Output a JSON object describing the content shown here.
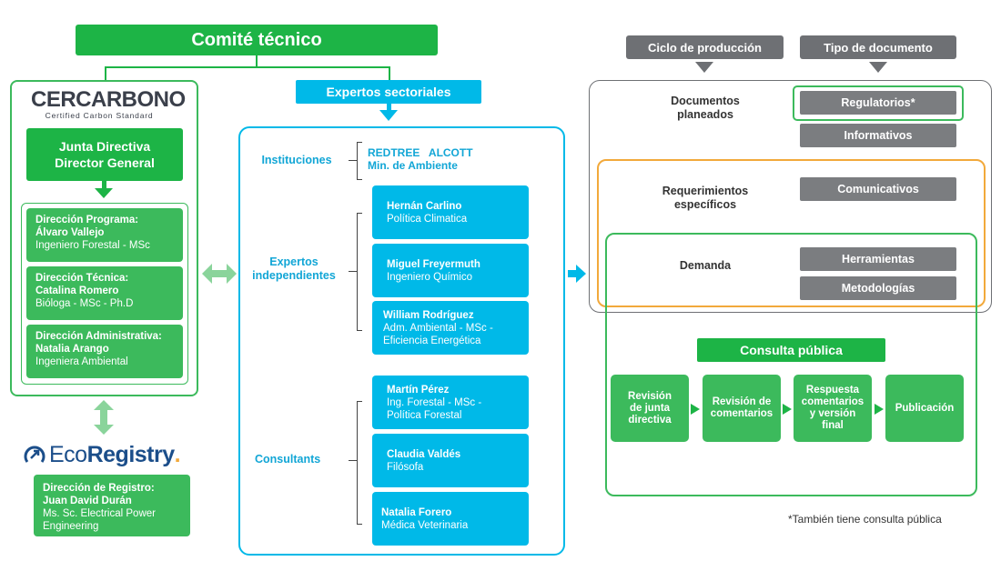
{
  "committee": {
    "title": "Comité técnico"
  },
  "cercarbono": {
    "logo_text": "CERCARBONO",
    "logo_sub": "Certified Carbon Standard",
    "board_line1": "Junta Directiva",
    "board_line2": "Director General",
    "directions": [
      {
        "title": "Dirección Programa:",
        "name": "Álvaro Vallejo",
        "detail": "Ingeniero Forestal - MSc"
      },
      {
        "title": "Dirección Técnica:",
        "name": "Catalina Romero",
        "detail": "Bióloga - MSc - Ph.D"
      },
      {
        "title": "Dirección Administrativa:",
        "name": "Natalia Arango",
        "detail": "Ingeniera Ambiental"
      }
    ]
  },
  "ecoregistry": {
    "logo_part1": "Eco",
    "logo_part2": "Registry",
    "logo_dot": ".",
    "title": "Dirección de Registro:",
    "name": "Juan David Durán",
    "detail_line1": "Ms. Sc. Electrical Power",
    "detail_line2": "Engineering"
  },
  "experts": {
    "header": "Expertos sectoriales",
    "institutions_label": "Instituciones",
    "institutions_line1": "REDTREE   ALCOTT",
    "institutions_line2": "Min. de Ambiente",
    "independent_label_line1": "Expertos",
    "independent_label_line2": "independientes",
    "independent": [
      {
        "name": "Hernán Carlino",
        "detail1": "Política Climatica",
        "detail2": ""
      },
      {
        "name": "Miguel Freyermuth",
        "detail1": "Ingeniero Químico",
        "detail2": ""
      },
      {
        "name": "William Rodríguez",
        "detail1": "Adm. Ambiental - MSc -",
        "detail2": "Eficiencia Energética"
      }
    ],
    "consultants_label": "Consultants",
    "consultants": [
      {
        "name": "Martín Pérez",
        "detail1": "Ing. Forestal - MSc -",
        "detail2": "Política Forestal"
      },
      {
        "name": "Claudia Valdés",
        "detail1": "Filósofa",
        "detail2": ""
      },
      {
        "name": "Natalia Forero",
        "detail1": "Médica Veterinaria",
        "detail2": ""
      }
    ]
  },
  "documents": {
    "cycle_header": "Ciclo de producción",
    "type_header": "Tipo de documento",
    "planned_line1": "Documentos",
    "planned_line2": "planeados",
    "specific_line1": "Requerimientos",
    "specific_line2": "específicos",
    "demand": "Demanda",
    "regulatory": "Regulatorios*",
    "informative": "Informativos",
    "communicative": "Comunicativos",
    "tools": "Herramientas",
    "methodologies": "Metodologías",
    "public_consultation": "Consulta pública",
    "steps": [
      {
        "line1": "Revisión",
        "line2": "de junta",
        "line3": "directiva"
      },
      {
        "line1": "Revisión de",
        "line2": "comentarios",
        "line3": ""
      },
      {
        "line1": "Respuesta",
        "line2": "comentarios",
        "line3": "y versión",
        "line4": "final"
      },
      {
        "line1": "Publicación",
        "line2": "",
        "line3": ""
      }
    ],
    "footnote": "*También tiene consulta pública"
  },
  "colors": {
    "green": "#1db446",
    "green_card": "#3cba5c",
    "blue": "#00b9e8",
    "orange": "#f2a93b",
    "gray": "#6e7074"
  }
}
